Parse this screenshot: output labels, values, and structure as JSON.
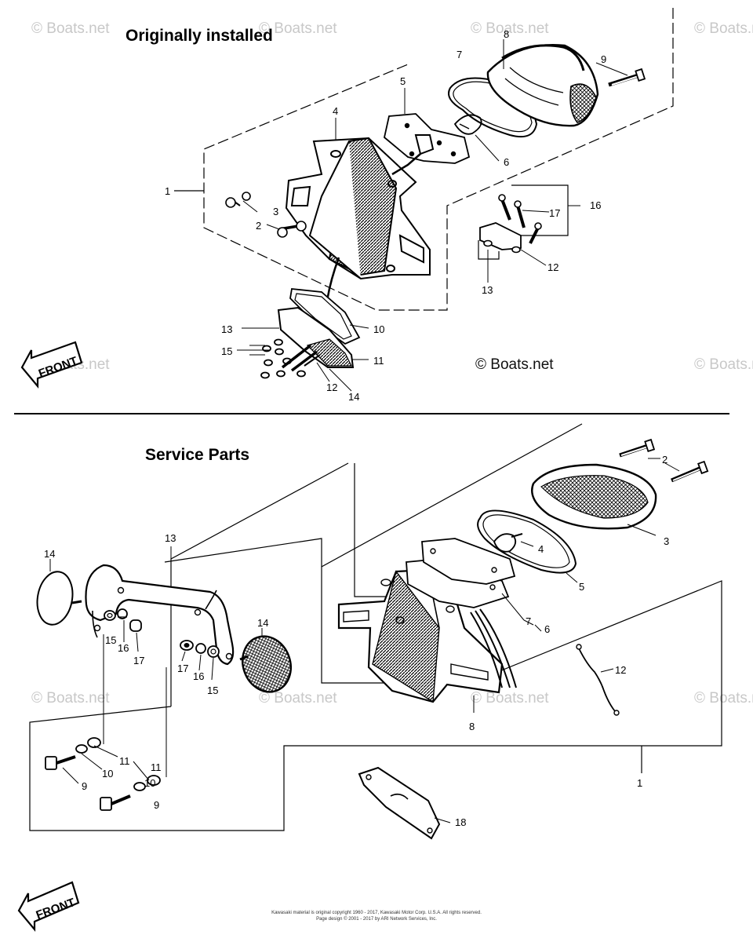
{
  "watermark": "© Boats.net",
  "top_section": {
    "title": "Originally installed",
    "callouts": [
      "1",
      "2",
      "3",
      "4",
      "5",
      "6",
      "7",
      "8",
      "9",
      "10",
      "11",
      "12",
      "13",
      "14",
      "15",
      "16",
      "17",
      "12",
      "13"
    ]
  },
  "bottom_section": {
    "title": "Service Parts",
    "callouts": [
      "1",
      "2",
      "3",
      "4",
      "5",
      "6",
      "7",
      "8",
      "9",
      "10",
      "11",
      "12",
      "13",
      "14",
      "15",
      "16",
      "17",
      "18",
      "14",
      "15",
      "16",
      "17",
      "9",
      "10",
      "11"
    ]
  },
  "front_label": "FRONT",
  "footer": {
    "line1": "Kawasaki material is original copyright 1960 - 2017, Kawasaki Motor Corp. U.S.A. All rights reserved.",
    "line2": "Page design © 2001 - 2017 by ARI Network Services, Inc."
  }
}
